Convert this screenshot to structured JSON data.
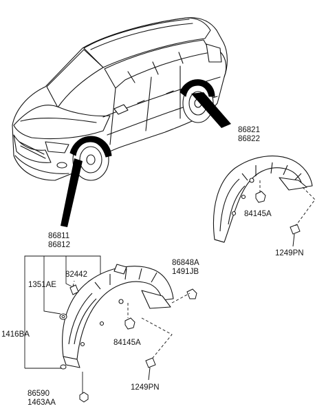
{
  "callouts": {
    "rear_liner_a": "86821",
    "rear_liner_b": "86822",
    "rear_nut": "84145A",
    "rear_screw": "1249PN",
    "front_liner_a": "86811",
    "front_liner_b": "86812",
    "front_clip": "82442",
    "front_bracket": "1351AE",
    "front_grommet_a": "86848A",
    "front_grommet_b": "1491JB",
    "front_fastener_group": "1416BA",
    "front_nut": "84145A",
    "front_screw": "1249PN",
    "front_plug_a": "86590",
    "front_plug_b": "1463AA"
  },
  "colors": {
    "line": "#111111",
    "fill": "#ffffff",
    "black": "#000000"
  }
}
